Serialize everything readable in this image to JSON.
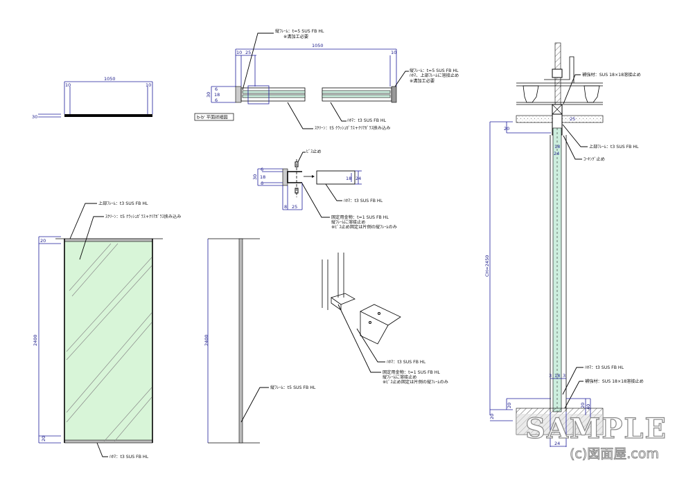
{
  "small_plan": {
    "width": "1050",
    "left": "10",
    "right": "10",
    "depth": "30"
  },
  "plan_detail": {
    "title": "b-b' 平面詳細図",
    "width": "1050",
    "d_left": "10",
    "d_25": "25",
    "d_right": "10",
    "d_30": "30",
    "d_6a": "6",
    "d_18": "18",
    "d_6b": "6",
    "label_frame_left": [
      "縦ﾌﾚｰﾑ：t=5 SUS FB HL",
      "※溝加工必要"
    ],
    "label_frame_right": [
      "縦ﾌﾚｰﾑ：t=5 SUS FB HL",
      "ﾊﾎﾏ、上部ﾌﾚｰﾑに溶接止め",
      "※溝加工必要"
    ],
    "label_hahoma": "ﾊﾎﾏ：t3 SUS FB HL",
    "label_screen": "ｽｸﾘｰﾝ：t5 ｸﾗｯｼｭｶﾞﾗｽ+ｸﾘｱｶﾞﾗｽ挟み込み"
  },
  "fixing_detail": {
    "label_screw": "ﾋﾞｽ止め",
    "d_30": "30",
    "d_6a": "6",
    "d_18": "18",
    "d_6b": "6",
    "d_8": "8",
    "d_25": "25",
    "d_18b": "18",
    "d_24": "24",
    "label_hahoma": "ﾊﾎﾏ：t3 SUS FB HL",
    "label_bracket": [
      "固定用金物：t=1 SUS FB HL",
      "縦ﾌﾚｰﾑに溶接止め",
      "※ﾋﾞｽ止め固定は片側の縦ﾌﾚｰﾑのみ"
    ]
  },
  "elevation": {
    "label_top_frame": "上部ﾌﾚｰﾑ：t3 SUS FB HL",
    "label_screen": "ｽｸﾘｰﾝ：t5 ｸﾗｯｼｭｶﾞﾗｽ+ｸﾘｱｶﾞﾗｽ挟み込み",
    "d_top": "20",
    "d_height": "2400",
    "d_bottom": "20",
    "label_hahoma": "ﾊﾎﾏ：t3 SUS FB HL",
    "glass_color": "#d8f5d8"
  },
  "side_view": {
    "d_height": "2400",
    "label_frame": "縦ﾌﾚｰﾑ：t5 SUS FB HL"
  },
  "iso_view": {
    "label_hahoma": "ﾊﾎﾏ：t3 SUS FB HL",
    "label_bracket": [
      "固定用金物：t=1 SUS FB HL",
      "縦ﾌﾚｰﾑに溶接止め",
      "※ﾋﾞｽ止め固定は片側の縦ﾌﾚｰﾑのみ"
    ]
  },
  "section": {
    "label_reinforce_top": "補強材：SUS 18×18溶接止め",
    "label_top_frame": "上部ﾌﾚｰﾑ：t3 SUS FB HL",
    "label_caulking": "ｺｰｷﾝｸﾞ止め",
    "d_ch": "CH=2450",
    "d_top20": "20",
    "d_18": "18",
    "d_24": "24",
    "d_25": "25",
    "label_hahoma": "ﾊﾎﾏ：t3 SUS FB HL",
    "label_reinforce_bottom": "補強材：SUS 18×18溶接止め",
    "d_3a": "3",
    "d_18b": "18",
    "d_3b": "3",
    "d_20a": "20",
    "d_20b": "20",
    "d_20c": "20",
    "d_40": "40",
    "d_24b": "24"
  },
  "watermark": {
    "main": "SAMPLE",
    "sub": "(c)図面屋.com"
  }
}
